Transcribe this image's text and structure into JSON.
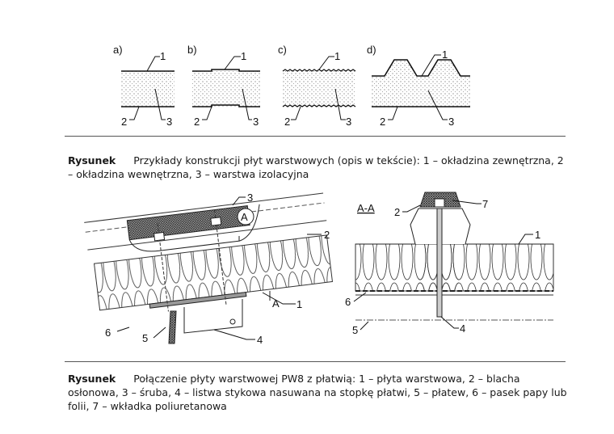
{
  "figure1": {
    "panels": [
      {
        "letter": "a)",
        "label_top": "1",
        "label_bl": "2",
        "label_br": "3"
      },
      {
        "letter": "b)",
        "label_top": "1",
        "label_bl": "2",
        "label_br": "3"
      },
      {
        "letter": "c)",
        "label_top": "1",
        "label_bl": "2",
        "label_br": "3"
      },
      {
        "letter": "d)",
        "label_top": "1",
        "label_bl": "2",
        "label_br": "3"
      }
    ],
    "caption_title": "Rysunek",
    "caption_text": "Przykłady konstrukcji płyt warstwowych (opis w tekście): 1 – okładzina zewnętrzna, 2 – okładzina wewnętrzna, 3 – warstwa izolacyjna"
  },
  "figure2": {
    "left_labels": [
      "3",
      "A",
      "2",
      "A",
      "1",
      "6",
      "5",
      "4"
    ],
    "section_title": "A-A",
    "right_labels": [
      "2",
      "7",
      "1",
      "6",
      "5",
      "4"
    ],
    "caption_title": "Rysunek",
    "caption_text": "Połączenie płyty warstwowej PW8 z płatwią: 1 – płyta warstwowa, 2 – blacha osłonowa, 3 – śruba, 4 – listwa stykowa nasuwana na stopkę płatwi, 5 – płatew, 6 – pasek papy lub folii, 7 – wkładka poliuretanowa"
  }
}
